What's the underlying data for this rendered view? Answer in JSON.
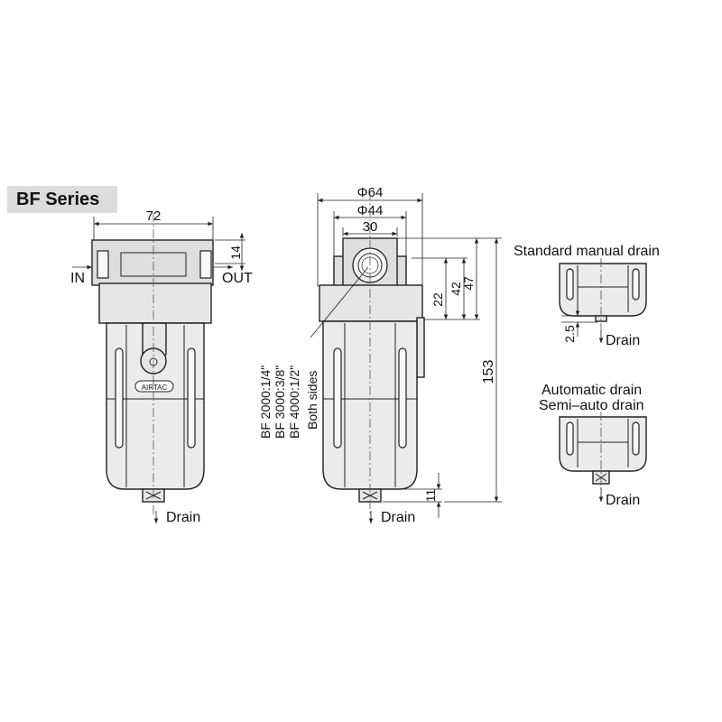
{
  "title": "BF Series",
  "front_view": {
    "width_dim": "72",
    "port_height_dim": "14",
    "in_label": "IN",
    "out_label": "OUT",
    "brand_text": "AIRTAC",
    "drain_label": "Drain"
  },
  "side_view": {
    "dim_phi64": "Φ64",
    "dim_phi44": "Φ44",
    "dim_30": "30",
    "dim_22": "22",
    "dim_42": "42",
    "dim_47": "47",
    "dim_153": "153",
    "dim_11": "11",
    "port_notes": [
      "BF 2000:1/4\"",
      "BF 3000:3/8\"",
      "BF 4000:1/2\""
    ],
    "port_side_note": "Both sides",
    "drain_label": "Drain"
  },
  "detail_manual": {
    "title": "Standard manual drain",
    "dim": "2.5",
    "drain_label": "Drain"
  },
  "detail_auto": {
    "title_line1": "Automatic drain",
    "title_line2": "Semi–auto drain",
    "drain_label": "Drain"
  }
}
